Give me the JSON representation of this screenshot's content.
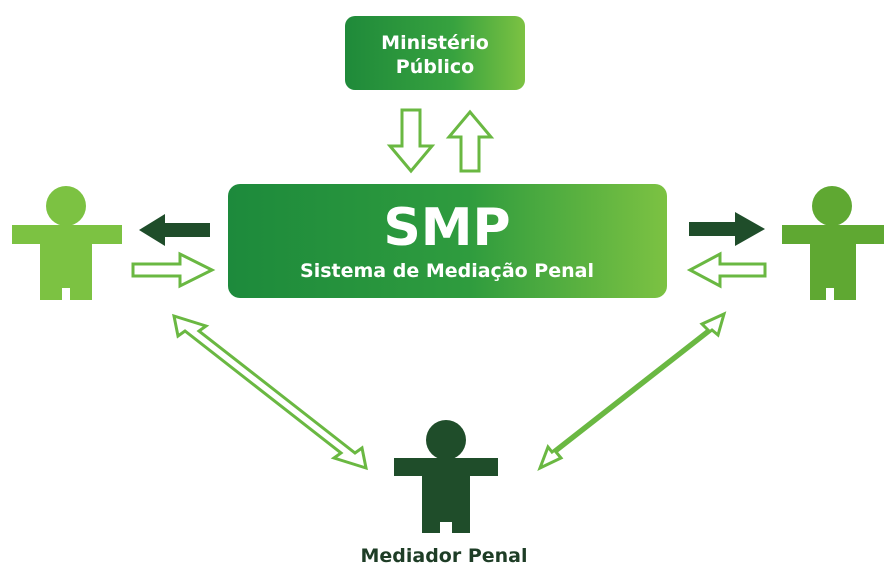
{
  "ministerio": {
    "line1": "Ministério",
    "line2": "Público"
  },
  "smp": {
    "title": "SMP",
    "subtitle": "Sistema de Mediação Penal"
  },
  "mediador": {
    "label": "Mediador Penal"
  },
  "colors": {
    "box_dark": "#1d8a3c",
    "box_light": "#7cc242",
    "person_left": "#7cc242",
    "person_right": "#5fa832",
    "person_bottom": "#1f4d2a",
    "arrow_outline": "#6ab842",
    "arrow_dark": "#1f4d2a"
  },
  "icons": {
    "person": "person-icon",
    "arrow": "arrow-icon"
  }
}
